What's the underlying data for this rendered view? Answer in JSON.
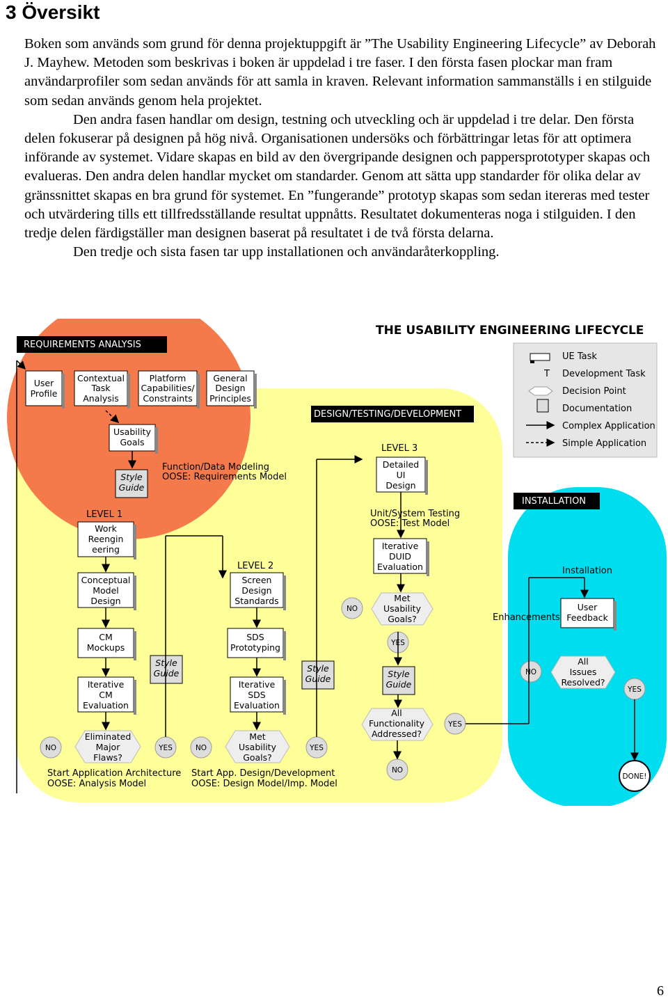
{
  "heading": "3 Översikt",
  "paragraphs": [
    "Boken som används som grund för denna projektuppgift är ”The Usability Engineering Lifecycle” av Deborah J. Mayhew. Metoden som beskrivas i boken är uppdelad i tre faser. I den första fasen plockar man fram användarprofiler som sedan används för att samla in kraven. Relevant information sammanställs i en stilguide som sedan används genom hela projektet.",
    "Den andra fasen handlar om design, testning och utveckling och är uppdelad i tre delar. Den första delen fokuserar på designen på hög nivå. Organisationen undersöks och förbättringar letas för att optimera införande av systemet. Vidare skapas en bild av den övergripande designen och pappersprototyper skapas och evalueras. Den andra delen handlar mycket om standarder. Genom att sätta upp standarder för olika delar av gränssnittet skapas en bra grund för systemet. En ”fungerande” prototyp skapas som sedan itereras med tester och utvärdering tills ett tillfredsställande resultat uppnåtts. Resultatet dokumenteras noga i stilguiden. I den tredje delen färdigställer man designen baserat på resultatet i de två första delarna.",
    "Den tredje och sista fasen tar upp installationen och användaråterkoppling."
  ],
  "page_number": "6",
  "diagram": {
    "title": "THE USABILITY ENGINEERING LIFECYCLE",
    "phases": {
      "requirements": "REQUIREMENTS ANALYSIS",
      "design": "DESIGN/TESTING/DEVELOPMENT",
      "installation": "INSTALLATION"
    },
    "legend": [
      "UE Task",
      "Development Task",
      "Decision Point",
      "Documentation",
      "Complex Application",
      "Simple Application"
    ],
    "legend_t": "T",
    "levels": {
      "l1": "LEVEL 1",
      "l2": "LEVEL 2",
      "l3": "LEVEL 3"
    },
    "labels": {
      "fdm1": "Function/Data Modeling",
      "fdm2": "OOSE:  Requirements Model",
      "uts1": "Unit/System Testing",
      "uts2": "OOSE:  Test Model",
      "saa1": "Start  Application Architecture",
      "saa2": "OOSE:  Analysis Model",
      "sad1": "Start  App. Design/Development",
      "sad2": "OOSE:  Design Model/Imp. Model",
      "enh": "Enhancements",
      "inst": "Installation"
    },
    "boxes": {
      "user_profile": [
        "User",
        "Profile"
      ],
      "contextual": [
        "Contextual",
        "Task",
        "Analysis"
      ],
      "platform": [
        "Platform",
        "Capabilities/",
        "Constraints"
      ],
      "general": [
        "General",
        "Design",
        "Principles"
      ],
      "usability_goals": [
        "Usability",
        "Goals"
      ],
      "work_reeng": [
        "Work",
        "Reengin",
        "eering"
      ],
      "conceptual": [
        "Conceptual",
        "Model",
        "Design"
      ],
      "cm_mockups": [
        "CM",
        "Mockups"
      ],
      "iter_cm": [
        "Iterative",
        "CM",
        "Evaluation"
      ],
      "screen_design": [
        "Screen",
        "Design",
        "Standards"
      ],
      "sds_proto": [
        "SDS",
        "Prototyping"
      ],
      "iter_sds": [
        "Iterative",
        "SDS",
        "Evaluation"
      ],
      "detailed_ui": [
        "Detailed",
        "UI",
        "Design"
      ],
      "iter_duid": [
        "Iterative",
        "DUID",
        "Evaluation"
      ],
      "user_feedback": [
        "User",
        "Feedback"
      ]
    },
    "style_guide": [
      "Style",
      "Guide"
    ],
    "decisions": {
      "elim": [
        "Eliminated",
        "Major",
        "Flaws?"
      ],
      "met_l2": [
        "Met",
        "Usability",
        "Goals?"
      ],
      "met_l3": [
        "Met",
        "Usability",
        "Goals?"
      ],
      "all_func": [
        "All",
        "Functionality",
        "Addressed?"
      ],
      "all_issues": [
        "All",
        "Issues",
        "Resolved?"
      ]
    },
    "yes": "YES",
    "no": "NO",
    "done": "DONE!",
    "colors": {
      "requirements": "#f47a4c",
      "design": "#ffff99",
      "installation": "#00ddee",
      "legend_bg": "#e6e6e6",
      "phase_label_bg": "#000000"
    }
  }
}
